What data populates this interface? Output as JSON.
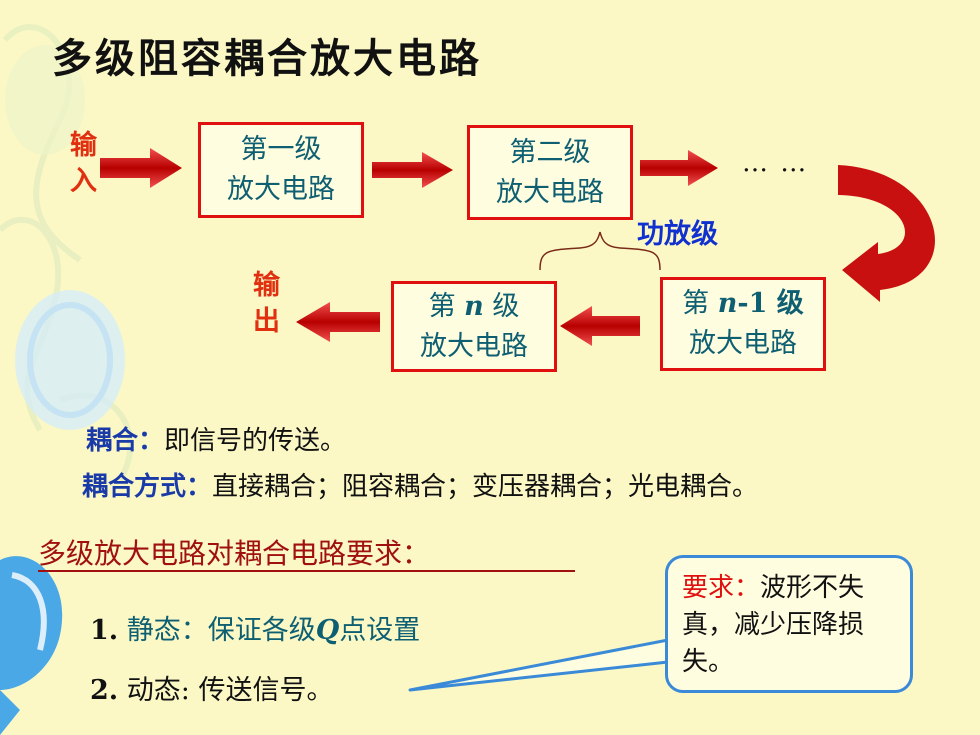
{
  "title": "多级阻容耦合放大电路",
  "flow": {
    "input_label_1": "输",
    "input_label_2": "入",
    "output_label_1": "输",
    "output_label_2": "出",
    "stage1_line1": "第一级",
    "stage1_line2": "放大电路",
    "stage2_line1": "第二级",
    "stage2_line2": "放大电路",
    "ellipsis": "… …",
    "power_stage": "功放级",
    "stage_n1_prefix": "第 ",
    "stage_n1_var": "n",
    "stage_n1_suffix": "-1 级",
    "stage_n1_line2": "放大电路",
    "stage_n_prefix": "第 ",
    "stage_n_var": "n",
    "stage_n_suffix": " 级",
    "stage_n_line2": "放大电路"
  },
  "coupling": {
    "def_key": "耦合：",
    "def_text": "即信号的传送。",
    "methods_key": "耦合方式：",
    "methods_text": "直接耦合；阻容耦合；变压器耦合；光电耦合。"
  },
  "requirements": {
    "heading": "多级放大电路对耦合电路要求：",
    "item1_num": "1.",
    "item1_text_a": "静态：保证各级",
    "item1_var": "Q",
    "item1_text_b": "点设置",
    "item2_num": "2.",
    "item2_text": "动态: 传送信号。"
  },
  "callout": {
    "key": "要求：",
    "text": "波形不失真，减少压降损失。"
  },
  "colors": {
    "background": "#fbf8c6",
    "box_border": "#e01010",
    "box_text": "#0f5f73",
    "arrow": "#c81010",
    "power_label": "#1030d0",
    "callout_border": "#3a8ad8"
  }
}
